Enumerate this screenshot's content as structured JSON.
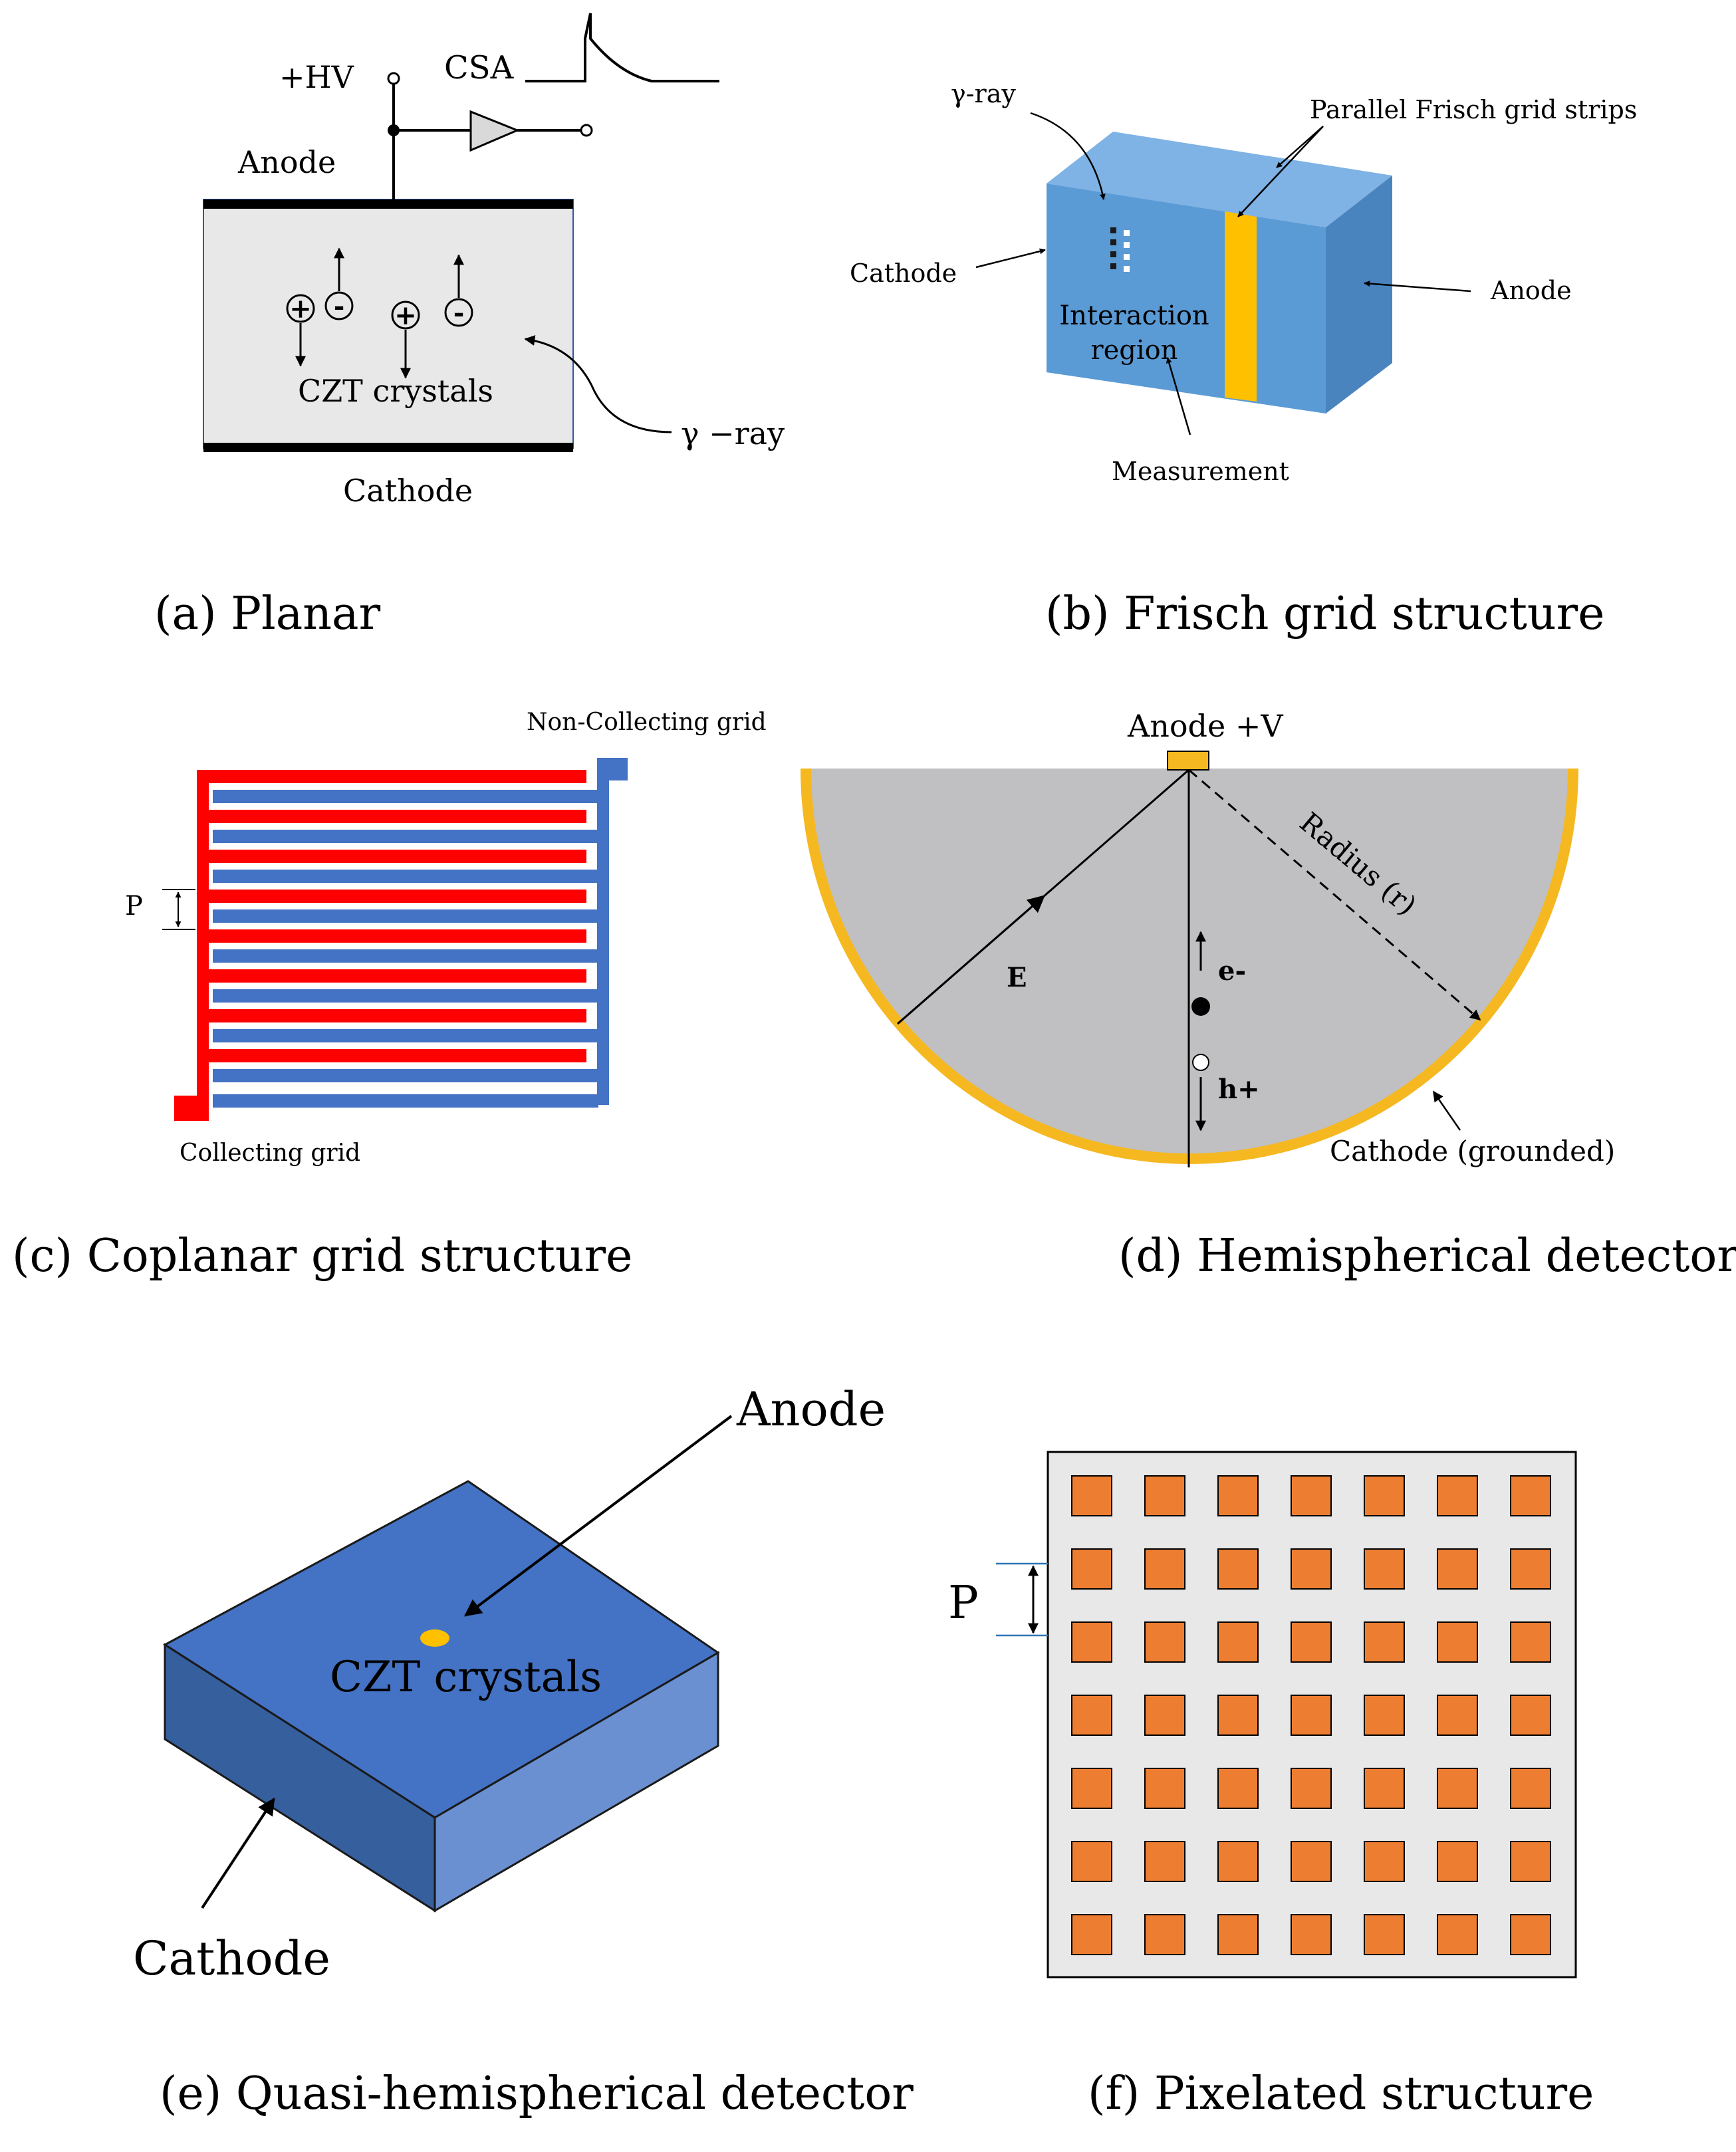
{
  "panel_a": {
    "caption": "(a) Planar",
    "hv": "+HV",
    "csa": "CSA",
    "anode": "Anode",
    "cathode": "Cathode",
    "crystal": "CZT crystals",
    "gamma": "γ −ray",
    "plus": "+",
    "minus": "-"
  },
  "panel_b": {
    "caption": "(b) Frisch grid structure",
    "gamma": "γ-ray",
    "strips": "Parallel Frisch grid strips",
    "cathode": "Cathode",
    "anode": "Anode",
    "interaction1": "Interaction",
    "interaction2": "region",
    "measurement": "Measurement"
  },
  "panel_c": {
    "caption": "(c) Coplanar grid structure",
    "noncollecting": "Non-Collecting grid",
    "collecting": "Collecting grid",
    "pitch": "P"
  },
  "panel_d": {
    "caption": "(d) Hemispherical detector",
    "anode": "Anode  +V",
    "radius": "Radius (r)",
    "field": "E",
    "electron": "e-",
    "hole": "h+",
    "cathode": "Cathode (grounded)"
  },
  "panel_e": {
    "caption": "(e) Quasi-hemispherical detector",
    "anode": "Anode",
    "crystal": "CZT crystals",
    "cathode": "Cathode"
  },
  "panel_f": {
    "caption": "(f) Pixelated structure",
    "pitch": "P",
    "grid_rows": 7,
    "grid_cols": 7
  },
  "colors": {
    "red_grid": "#ff0000",
    "blue_grid": "#4472c4",
    "gold": "#f5b820",
    "orange_pixel": "#ed7d31",
    "crystal_gray": "#e8e8e8",
    "hemi_gray": "#c0c0c2",
    "frisch_front": "#5b9bd5",
    "frisch_top": "#7fb2e5",
    "frisch_side": "#4a84bf",
    "frisch_strip": "#ffc000",
    "cube_top": "#4472c4",
    "cube_left": "#365f9e",
    "cube_right": "#6a90d2"
  }
}
